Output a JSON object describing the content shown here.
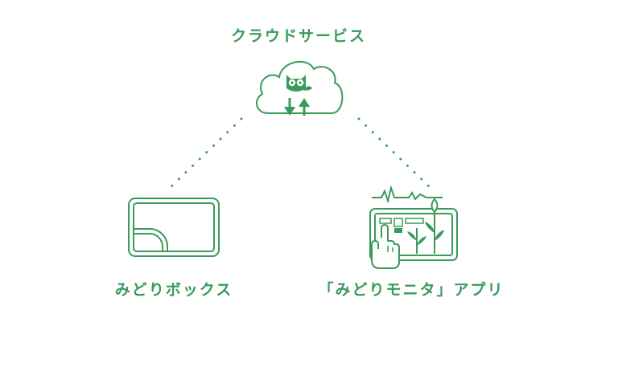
{
  "diagram": {
    "cloud_service": {
      "label": "クラウドサービス",
      "icon": "cloud-sync-icon"
    },
    "midori_box": {
      "label": "みどりボックス",
      "icon": "device-box-icon"
    },
    "monitor_app": {
      "label": "「みどりモニタ」アプリ",
      "icon": "plant-monitor-app-icon"
    },
    "connections": [
      {
        "from": "cloud_service",
        "to": "midori_box",
        "style": "dotted"
      },
      {
        "from": "cloud_service",
        "to": "monitor_app",
        "style": "dotted"
      }
    ],
    "colors": {
      "accent": "#3a9a5b",
      "line": "#3a9a5b",
      "background": "#ffffff"
    }
  }
}
